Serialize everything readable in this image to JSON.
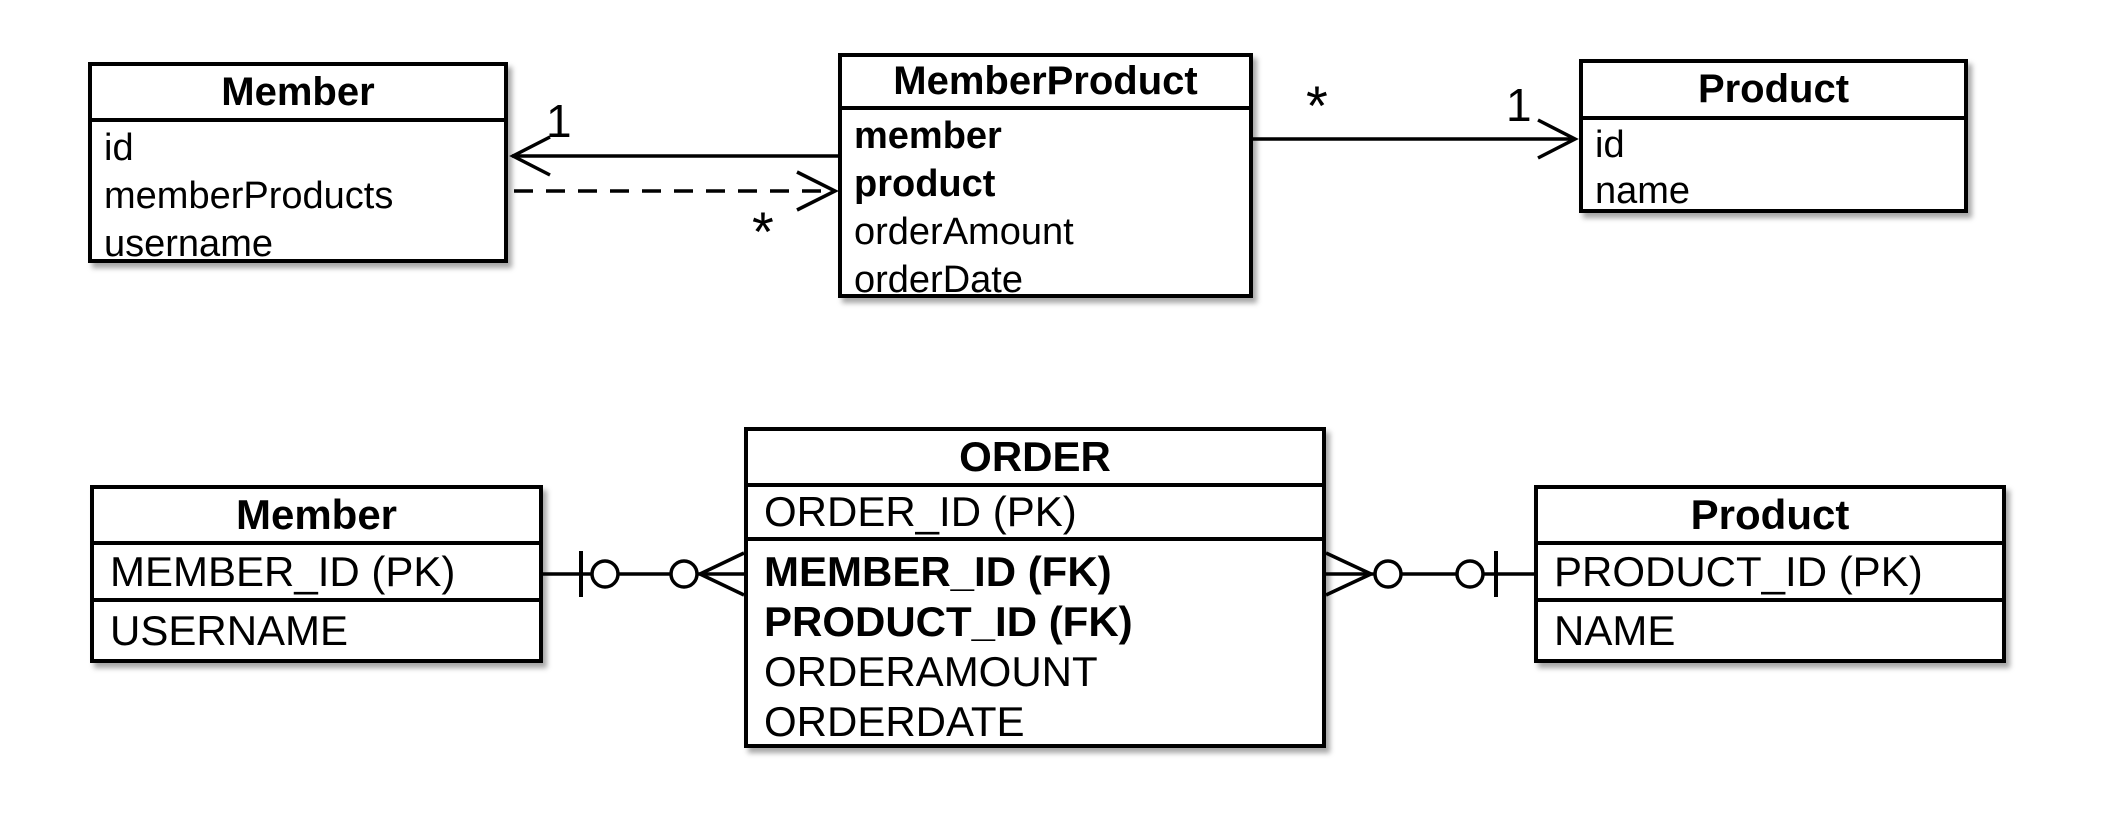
{
  "uml_diagram": {
    "classes": [
      {
        "name": "Member",
        "attributes": [
          "id",
          "memberProducts",
          "username"
        ]
      },
      {
        "name": "MemberProduct",
        "attributes": [
          "member",
          "product",
          "orderAmount",
          "orderDate"
        ]
      },
      {
        "name": "Product",
        "attributes": [
          "id",
          "name"
        ]
      }
    ],
    "multiplicity_labels": {
      "member_side_one": "1",
      "memberproduct_side_star": "*",
      "memberproduct_right_star": "*",
      "product_side_one": "1"
    }
  },
  "er_diagram": {
    "tables": [
      {
        "name": "Member",
        "columns": [
          "MEMBER_ID (PK)",
          "USERNAME"
        ]
      },
      {
        "name": "ORDER",
        "key_column": "ORDER_ID (PK)",
        "columns": [
          "MEMBER_ID (FK)",
          "PRODUCT_ID (FK)",
          "ORDERAMOUNT",
          "ORDERDATE"
        ]
      },
      {
        "name": "Product",
        "columns": [
          "PRODUCT_ID (PK)",
          "NAME"
        ]
      }
    ]
  },
  "colors": {
    "line": "#000000",
    "background": "#ffffff",
    "box_fill": "#ffffff"
  }
}
